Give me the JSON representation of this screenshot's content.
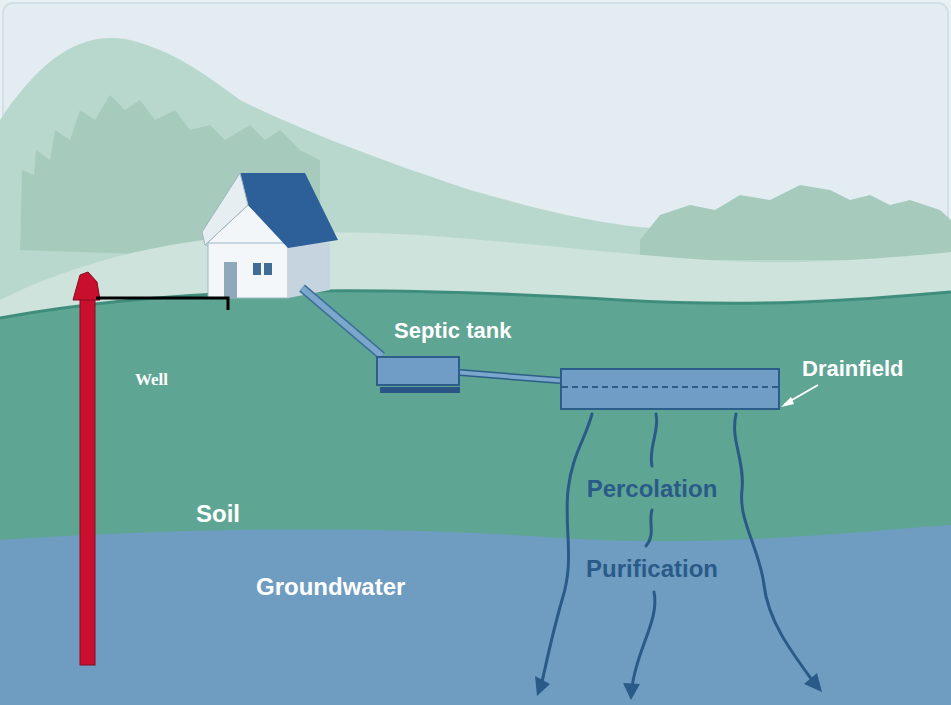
{
  "diagram": {
    "nodes": [
      {
        "text": [
          "Septic tank"
        ]
      },
      {
        "text": [
          "Drainfield"
        ]
      }
    ],
    "edges": [
      {
        "from": 0,
        "to": 1,
        "arrow": "none"
      }
    ],
    "labels": [
      "Well",
      "Soil",
      "Percolation",
      "Purification",
      "Groundwater"
    ]
  }
}
